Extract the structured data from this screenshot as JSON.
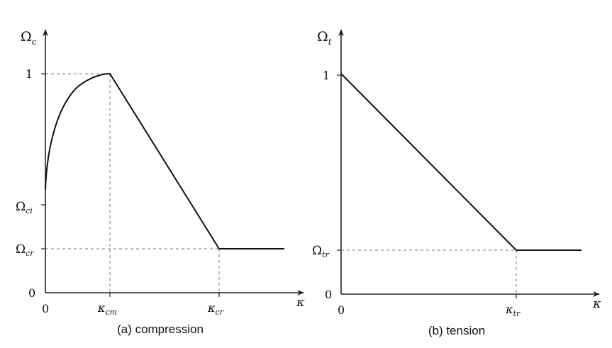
{
  "panel_a": {
    "caption": "(a) compression",
    "y_symbol": "Ω",
    "y_subscript": "c",
    "x_symbol": "κ",
    "y_ticks": [
      {
        "text": "1",
        "sub": ""
      },
      {
        "text": "Ω",
        "sub": "ci"
      },
      {
        "text": "Ω",
        "sub": "cr"
      },
      {
        "text": "0",
        "sub": ""
      }
    ],
    "x_ticks": [
      {
        "text": "0",
        "sub": ""
      },
      {
        "text": "κ",
        "sub": "cm"
      },
      {
        "text": "κ",
        "sub": "cr"
      }
    ]
  },
  "panel_b": {
    "caption": "(b) tension",
    "y_symbol": "Ω",
    "y_subscript": "t",
    "x_symbol": "κ",
    "y_ticks": [
      {
        "text": "1",
        "sub": ""
      },
      {
        "text": "Ω",
        "sub": "tr"
      },
      {
        "text": "0",
        "sub": ""
      }
    ],
    "x_ticks": [
      {
        "text": "0",
        "sub": ""
      },
      {
        "text": "κ",
        "sub": "tr"
      }
    ]
  }
}
